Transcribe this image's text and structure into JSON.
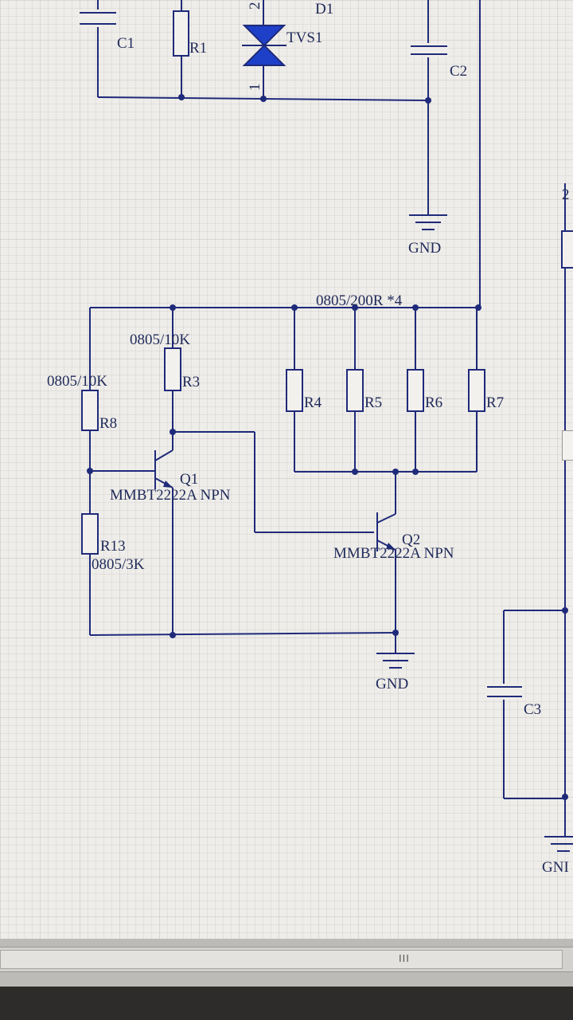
{
  "schematic": {
    "labels": {
      "c1": "C1",
      "r1": "R1",
      "d1": "D1",
      "tvs1": "TVS1",
      "d1_pin2": "2",
      "d1_pin1": "1",
      "c2": "C2",
      "gnd": "GND",
      "r_array": "0805/200R  *4",
      "r3_value": "0805/10K",
      "r3": "R3",
      "r8_value": "0805/10K",
      "r8": "R8",
      "r4": "R4",
      "r5": "R5",
      "r6": "R6",
      "r7": "R7",
      "q1": "Q1",
      "q1_part": "MMBT2222A  NPN",
      "r13": "R13",
      "r13_value": "0805/3K",
      "q2": "Q2",
      "q2_part": "MMBT2222A  NPN",
      "gnd2": "GND",
      "c3": "C3",
      "gnd3_partial": "GNI",
      "edge_partial": "2"
    },
    "colors": {
      "wire": "#1f2a7a",
      "tvs_fill": "#1e3fc8",
      "background": "#efede9",
      "grid": "#d4d2cf"
    }
  },
  "scrollbar": {
    "grip_glyph": "III"
  }
}
